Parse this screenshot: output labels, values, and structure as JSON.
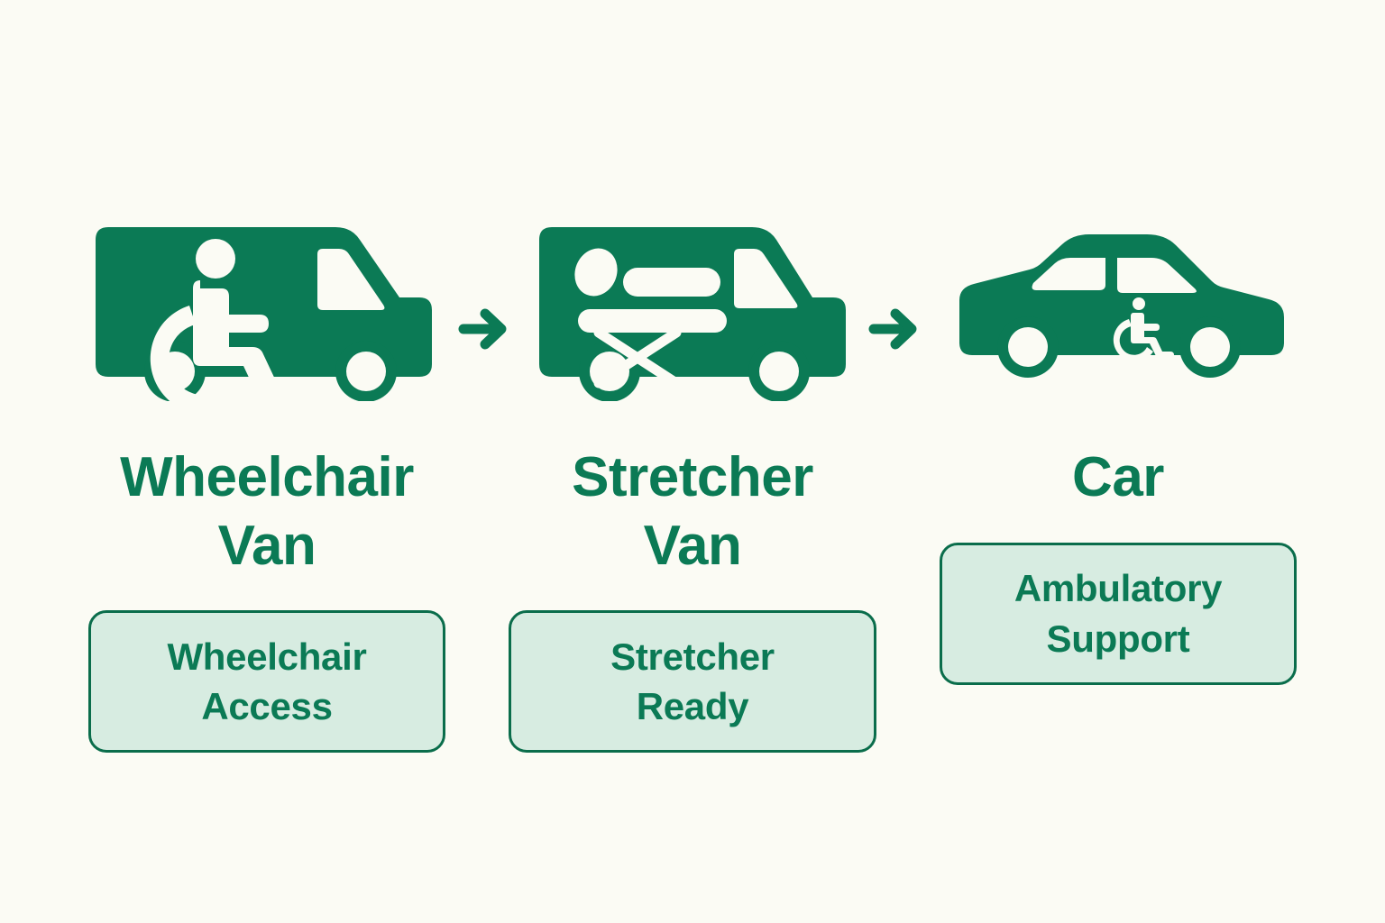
{
  "theme": {
    "background": "#fbfbf4",
    "primary_green": "#0b7a55",
    "border_green": "#0a6d4b",
    "badge_fill": "#d7ece1",
    "icon_detail": "#ffffff"
  },
  "flow": {
    "connector_icon": "arrow-right-icon",
    "arrows": [
      {
        "name": "arrow-1"
      },
      {
        "name": "arrow-2"
      }
    ]
  },
  "options": [
    {
      "icon": "wheelchair-van-icon",
      "title": "Wheelchair Van",
      "title_line_1": "Wheelchair",
      "title_line_2": "Van",
      "badge": "Wheelchair Access",
      "badge_line_1": "Wheelchair",
      "badge_line_2": "Access"
    },
    {
      "icon": "stretcher-van-icon",
      "title": "Stretcher Van",
      "title_line_1": "Stretcher",
      "title_line_2": "Van",
      "badge": "Stretcher Ready",
      "badge_line_1": "Stretcher",
      "badge_line_2": "Ready"
    },
    {
      "icon": "accessible-car-icon",
      "title": "Car",
      "title_line_1": "Car",
      "title_line_2": "",
      "badge": "Ambulatory Support",
      "badge_line_1": "Ambulatory",
      "badge_line_2": "Support"
    }
  ]
}
